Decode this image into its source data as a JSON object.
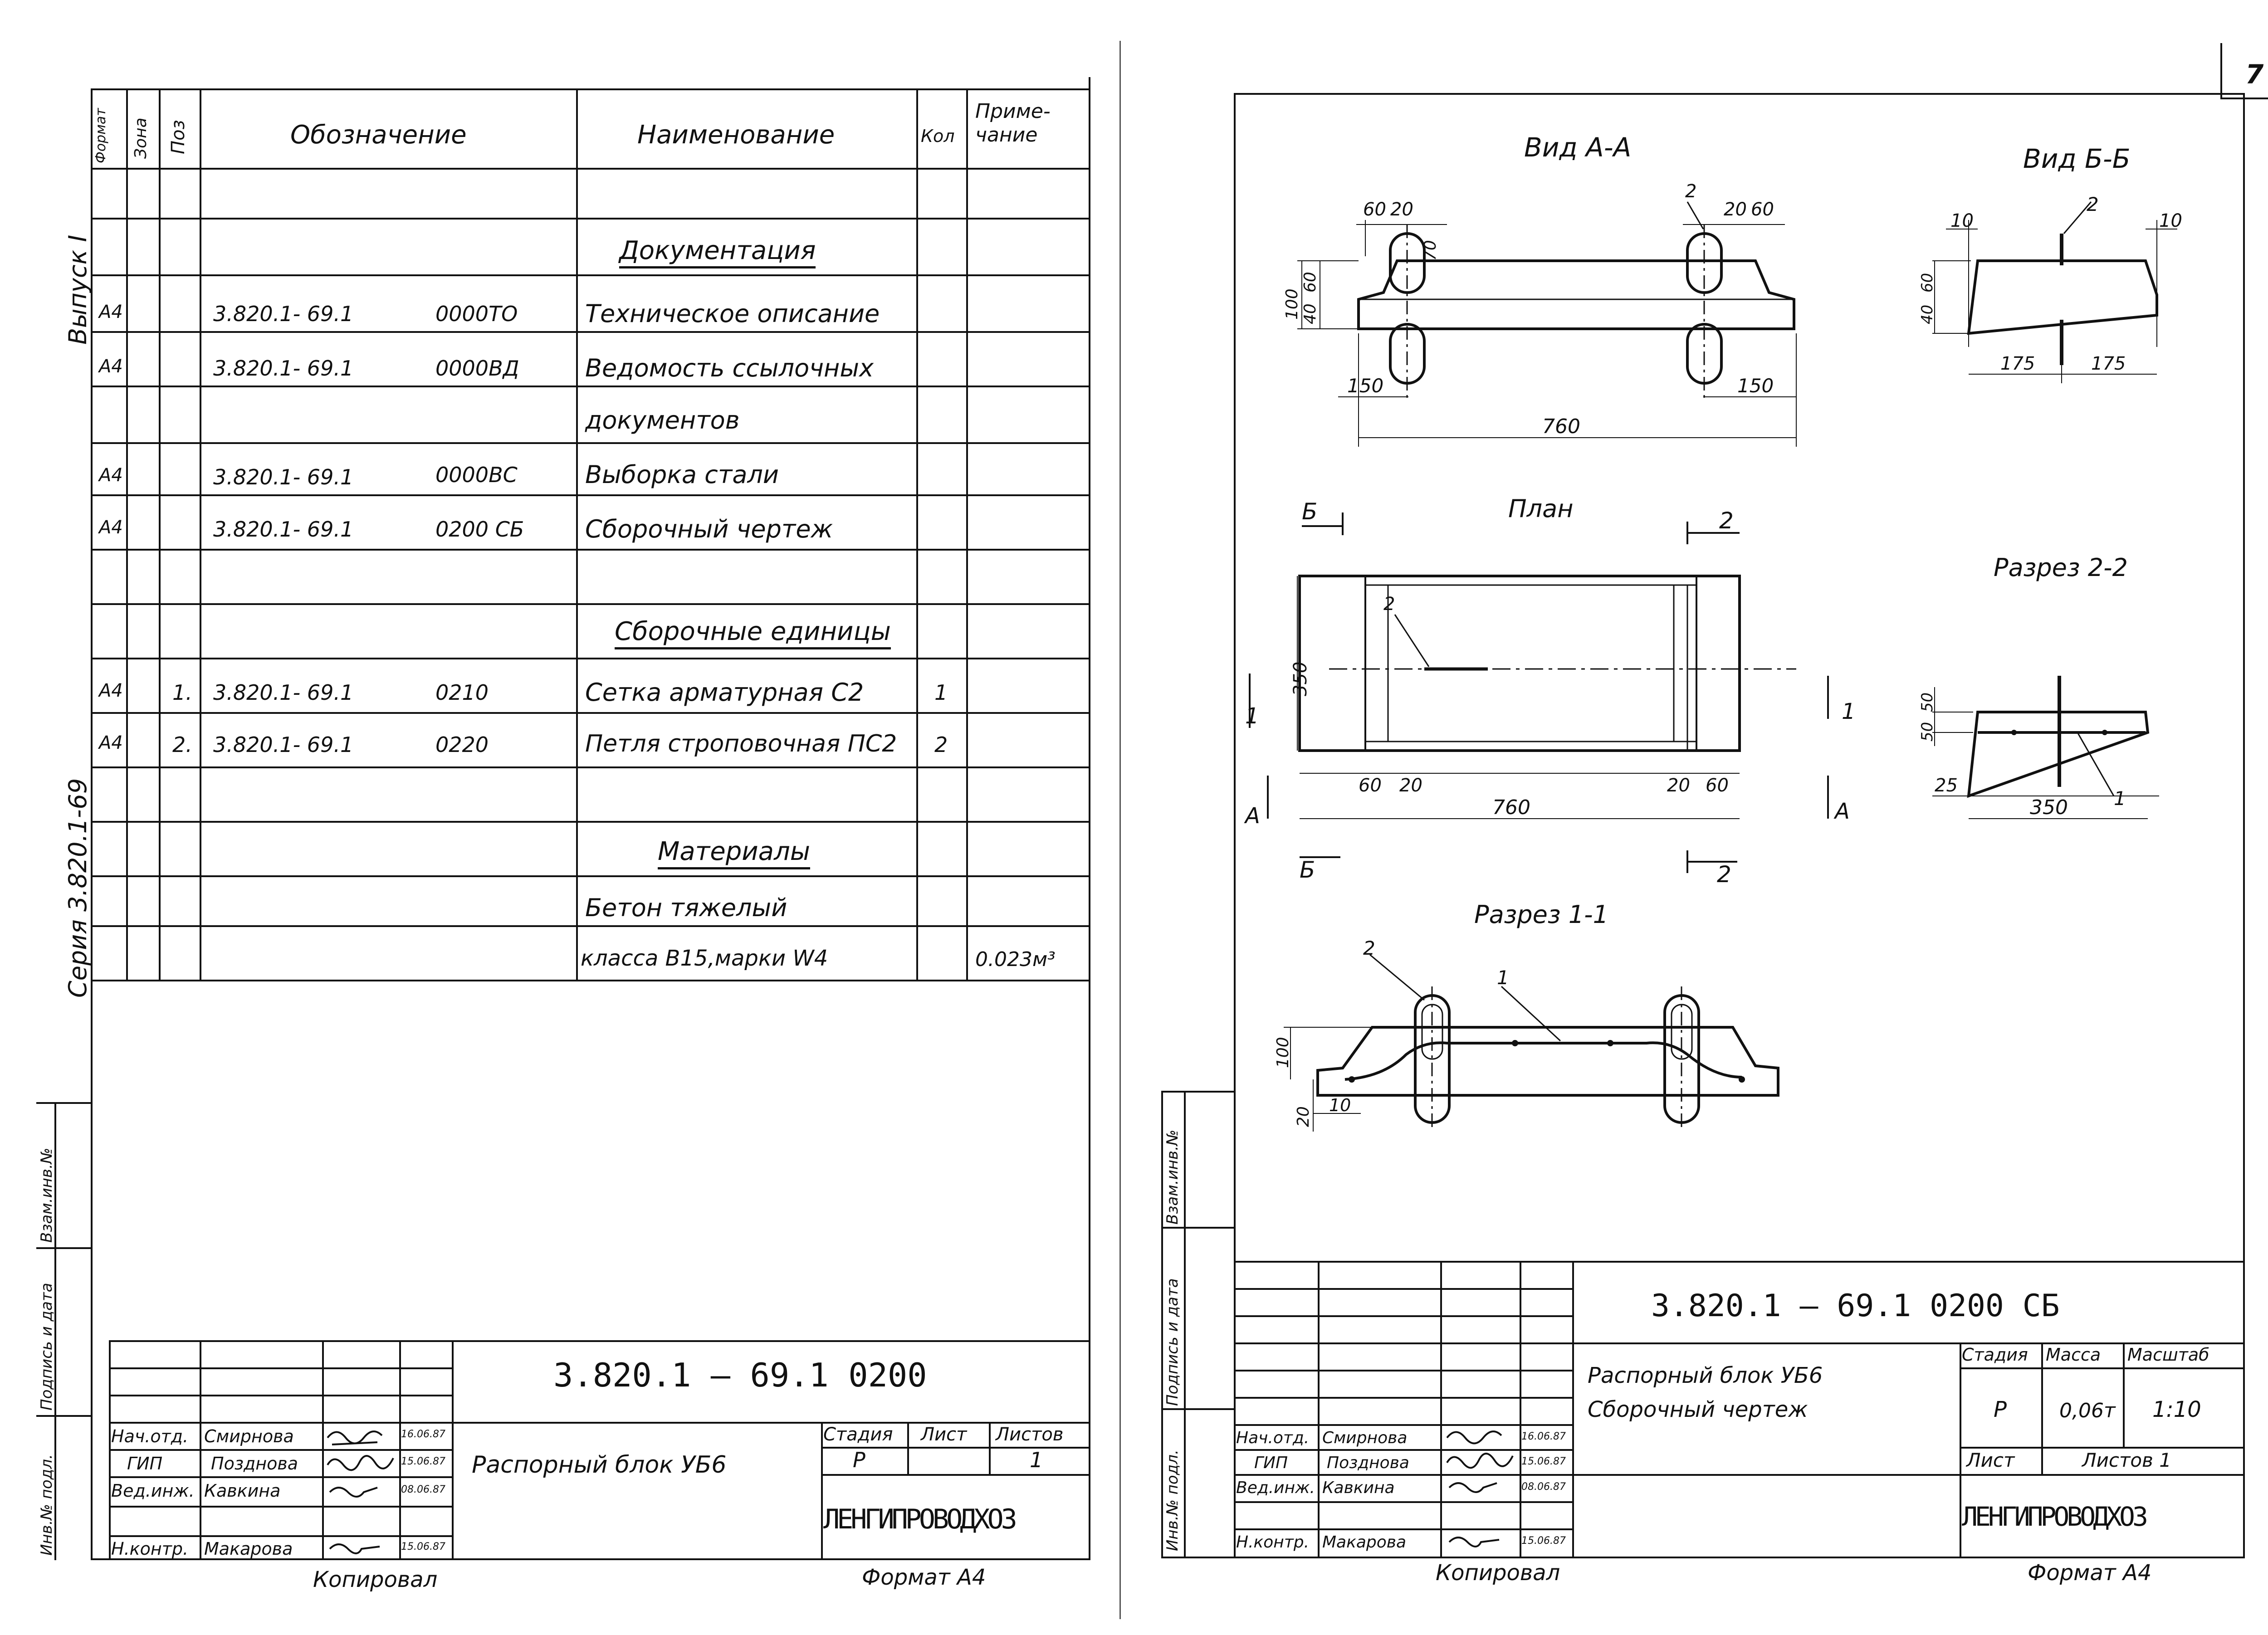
{
  "page_number": "7",
  "left_sheet": {
    "side_labels": {
      "issue": "Выпуск I",
      "series": "Серия 3.820.1-69"
    },
    "table_headers": {
      "format": "Формат",
      "zone": "Зона",
      "pos": "Поз",
      "designation": "Обозначение",
      "name": "Наименование",
      "qty": "Кол",
      "note": "Приме-чание"
    },
    "sections": {
      "documentation": "Документация",
      "assembly_units": "Сборочные единицы",
      "materials": "Материалы"
    },
    "rows": [
      {
        "format": "A4",
        "pos": "",
        "designation": "3.820.1- 69.1",
        "code": "0000ТО",
        "name": "Техническое описание",
        "qty": "",
        "note": ""
      },
      {
        "format": "A4",
        "pos": "",
        "designation": "3.820.1- 69.1",
        "code": "0000ВД",
        "name": "Ведомость ссылочных",
        "qty": "",
        "note": ""
      },
      {
        "format": "",
        "pos": "",
        "designation": "",
        "code": "",
        "name": "документов",
        "qty": "",
        "note": ""
      },
      {
        "format": "A4",
        "pos": "",
        "designation": "3.820.1- 69.1",
        "code": "0000ВС",
        "name": "Выборка стали",
        "qty": "",
        "note": ""
      },
      {
        "format": "A4",
        "pos": "",
        "designation": "3.820.1- 69.1",
        "code": "0200 СБ",
        "name": "Сборочный чертеж",
        "qty": "",
        "note": ""
      },
      {
        "format": "A4",
        "pos": "1.",
        "designation": "3.820.1- 69.1",
        "code": "0210",
        "name": "Сетка арматурная С2",
        "qty": "1",
        "note": ""
      },
      {
        "format": "A4",
        "pos": "2.",
        "designation": "3.820.1- 69.1",
        "code": "0220",
        "name": "Петля строповочная ПС2",
        "qty": "2",
        "note": ""
      },
      {
        "format": "",
        "pos": "",
        "designation": "",
        "code": "",
        "name": "Бетон тяжелый",
        "qty": "",
        "note": ""
      },
      {
        "format": "",
        "pos": "",
        "designation": "",
        "code": "",
        "name": "класса В15,марки W4",
        "qty": "",
        "note": "0.023м³"
      }
    ],
    "stamp": {
      "doc_code": "3.820.1 — 69.1   0200",
      "title": "Распорный блок УБ6",
      "stage_label": "Стадия",
      "sheet_label": "Лист",
      "sheets_label": "Листов",
      "stage": "Р",
      "sheets": "1",
      "org": "ЛЕНГИПРОВОДХОЗ",
      "people": [
        {
          "role": "Нач.отд.",
          "name": "Смирнова",
          "date": "16.06.87"
        },
        {
          "role": "ГИП",
          "name": "Позднова",
          "date": "15.06.87"
        },
        {
          "role": "Вед.инж.",
          "name": "Кавкина",
          "date": "08.06.87"
        },
        {
          "role": "Н.контр.",
          "name": "Макарова",
          "date": "15.06.87"
        }
      ],
      "side_fields": [
        "Инв.№ подл.",
        "Подпись и дата",
        "Взам.инв.№"
      ],
      "copied": "Копировал",
      "format": "Формат А4"
    }
  },
  "right_sheet": {
    "views": {
      "view_aa": {
        "title": "Вид А-А",
        "dims": [
          "60",
          "20",
          "20",
          "60",
          "70",
          "100",
          "40",
          "60",
          "150",
          "150",
          "760",
          "2"
        ]
      },
      "view_bb": {
        "title": "Вид Б-Б",
        "dims": [
          "10",
          "10",
          "2",
          "40",
          "60",
          "175",
          "175"
        ]
      },
      "plan": {
        "title": "План",
        "dims": [
          "350",
          "60",
          "20",
          "20",
          "60",
          "760",
          "2",
          "Б",
          "Б",
          "2",
          "2",
          "1",
          "1",
          "А",
          "А"
        ]
      },
      "section22": {
        "title": "Разрез 2-2",
        "dims": [
          "50",
          "50",
          "25",
          "350",
          "1"
        ]
      },
      "section11": {
        "title": "Разрез 1-1",
        "dims": [
          "2",
          "1",
          "100",
          "20",
          "10"
        ]
      }
    },
    "stamp": {
      "doc_code": "3.820.1 — 69.1    0200 СБ",
      "title_line1": "Распорный блок УБ6",
      "title_line2": "Сборочный чертеж",
      "stage_label": "Стадия",
      "mass_label": "Масса",
      "scale_label": "Масштаб",
      "stage": "Р",
      "mass": "0,06т",
      "scale": "1:10",
      "sheet_label": "Лист",
      "sheets_label": "Листов 1",
      "org": "ЛЕНГИПРОВОДХОЗ",
      "people": [
        {
          "role": "Нач.отд.",
          "name": "Смирнова",
          "date": "16.06.87"
        },
        {
          "role": "ГИП",
          "name": "Позднова",
          "date": "15.06.87"
        },
        {
          "role": "Вед.инж.",
          "name": "Кавкина",
          "date": "08.06.87"
        },
        {
          "role": "Н.контр.",
          "name": "Макарова",
          "date": "15.06.87"
        }
      ],
      "side_fields": [
        "Инв.№ подл.",
        "Подпись и дата",
        "Взам.инв.№"
      ],
      "copied": "Копировал",
      "format": "Формат А4"
    }
  }
}
